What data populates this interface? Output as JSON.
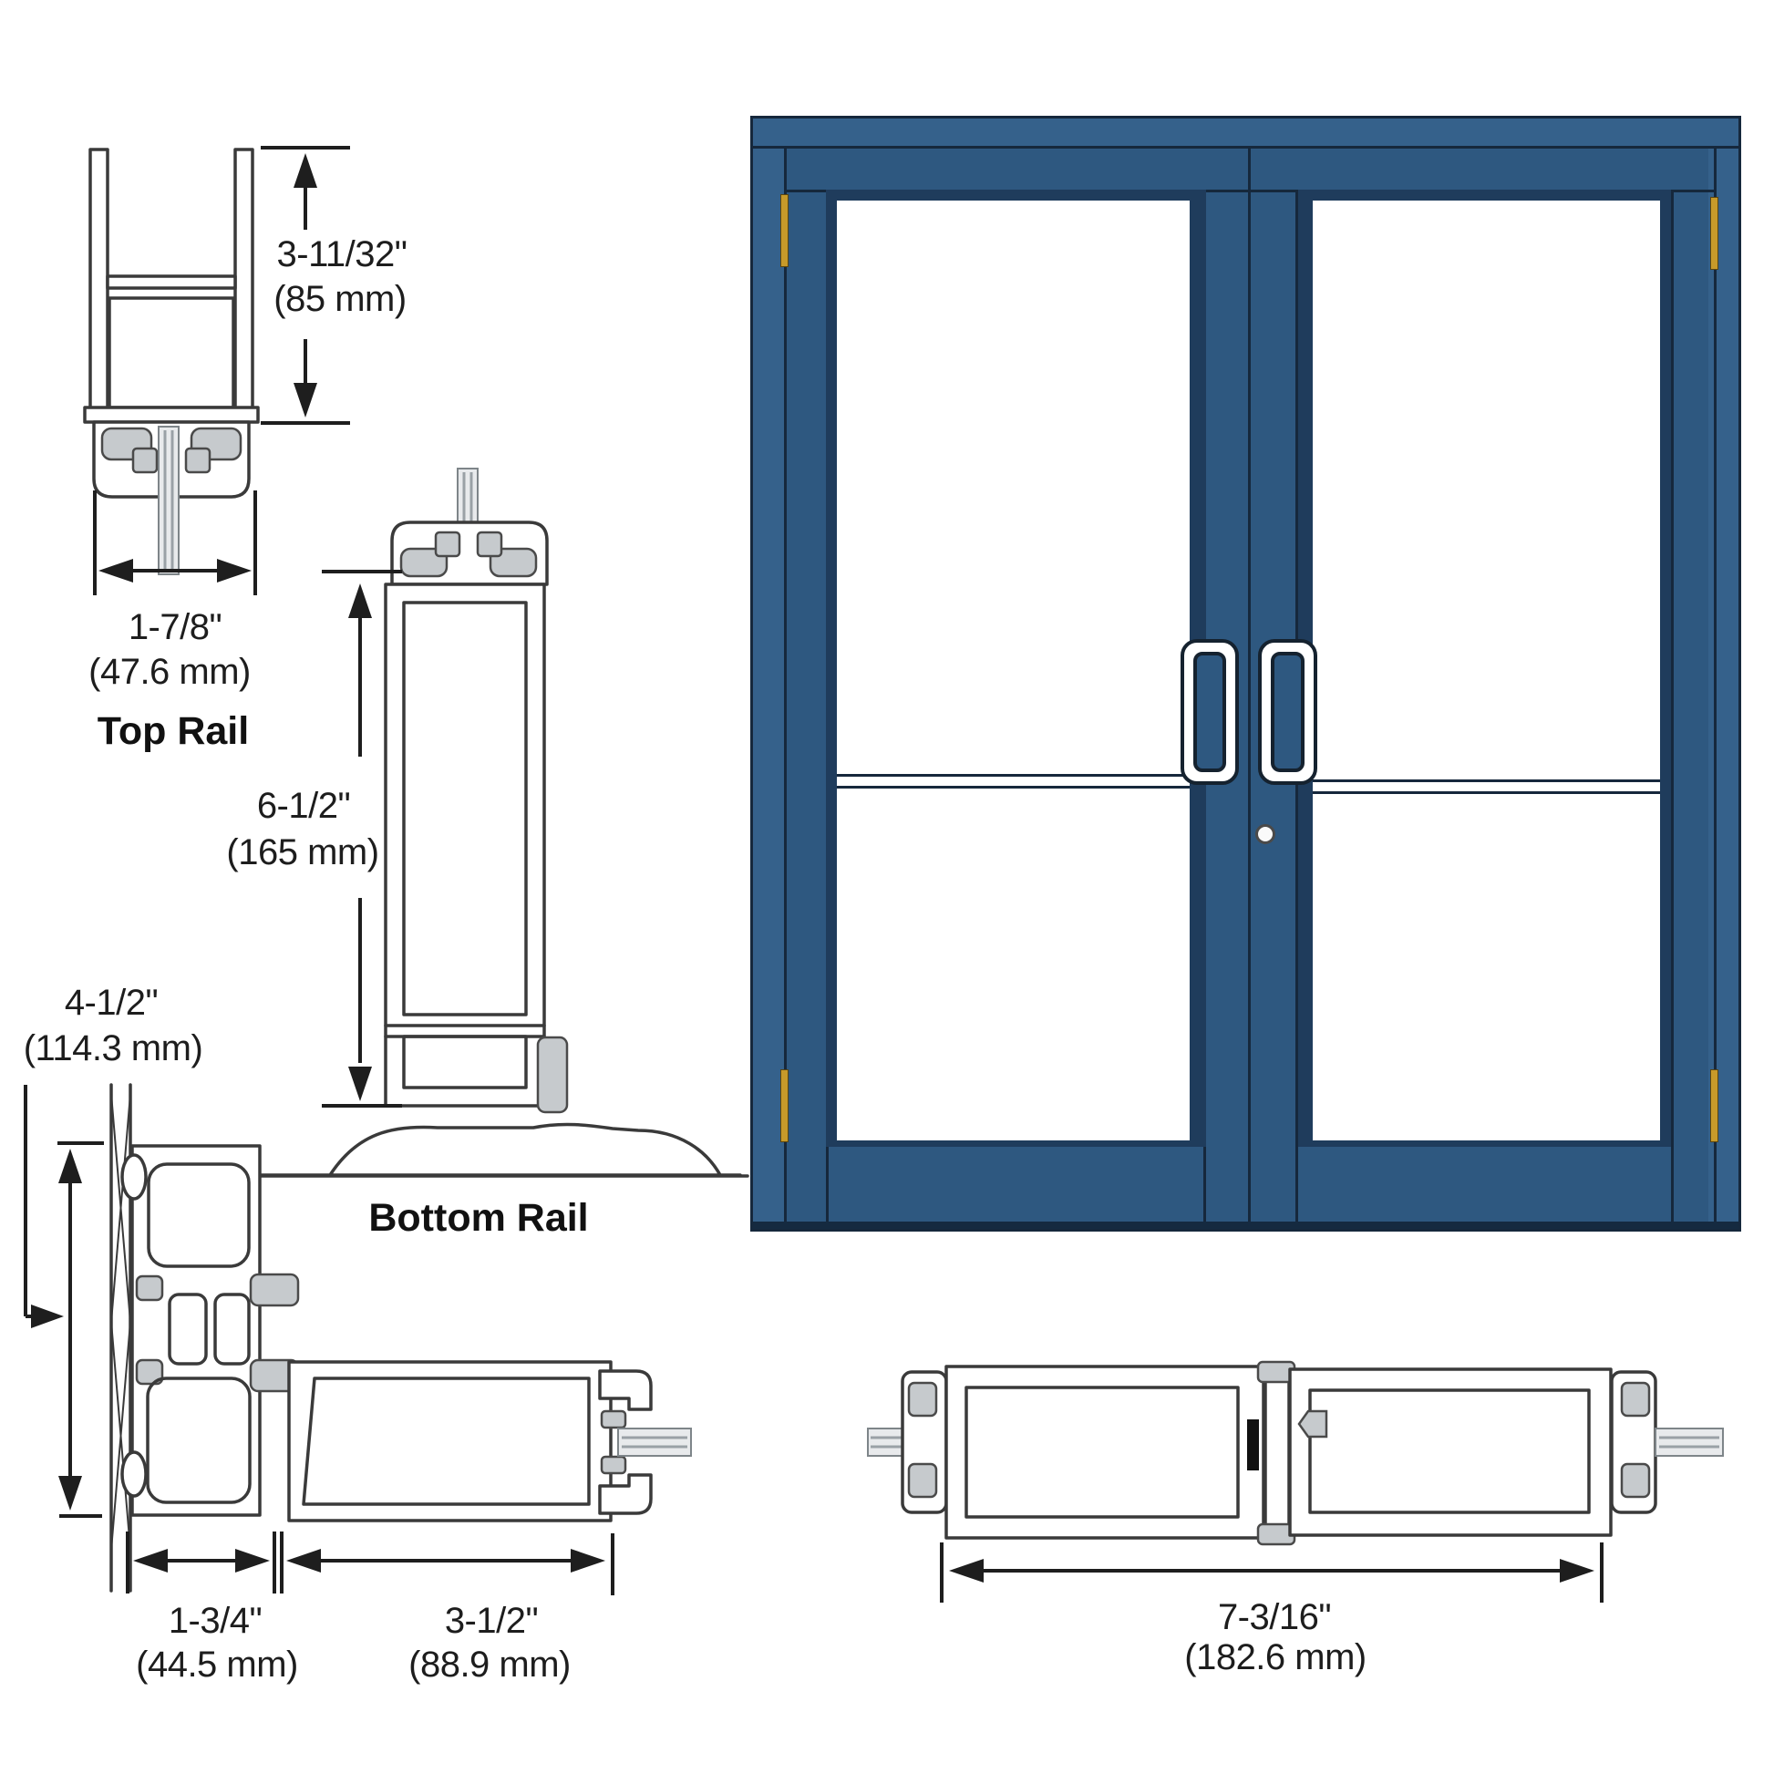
{
  "page": {
    "bg": "#ffffff"
  },
  "colors": {
    "page_bg": "#ffffff",
    "door_blue": "#2e5880",
    "door_frame_blue": "#35618b",
    "bevel_blue": "#1f3c5c",
    "door_line": "#16283c",
    "bottom_band": "#152a40",
    "hinge_gold": "#c79a2a",
    "drawing_line": "#3a3a3a",
    "dimension_line": "#1e1e1e",
    "hardware_gray": "#c6cacd",
    "glass_gray": "#e8eaec"
  },
  "sections": {
    "top_rail": {
      "label": "Top Rail",
      "height_in": "3-11/32\"",
      "height_mm": "(85 mm)",
      "width_in": "1-7/8\"",
      "width_mm": "(47.6 mm)"
    },
    "bottom_rail": {
      "label": "Bottom Rail",
      "height_in": "6-1/2\"",
      "height_mm": "(165 mm)"
    },
    "jamb_stile": {
      "jamb_height_in": "4-1/2\"",
      "jamb_height_mm": "(114.3 mm)",
      "jamb_width_in": "1-3/4\"",
      "jamb_width_mm": "(44.5 mm)",
      "stile_width_in": "3-1/2\"",
      "stile_width_mm": "(88.9 mm)"
    },
    "meeting_stiles": {
      "width_in": "7-3/16\"",
      "width_mm": "(182.6 mm)"
    }
  }
}
